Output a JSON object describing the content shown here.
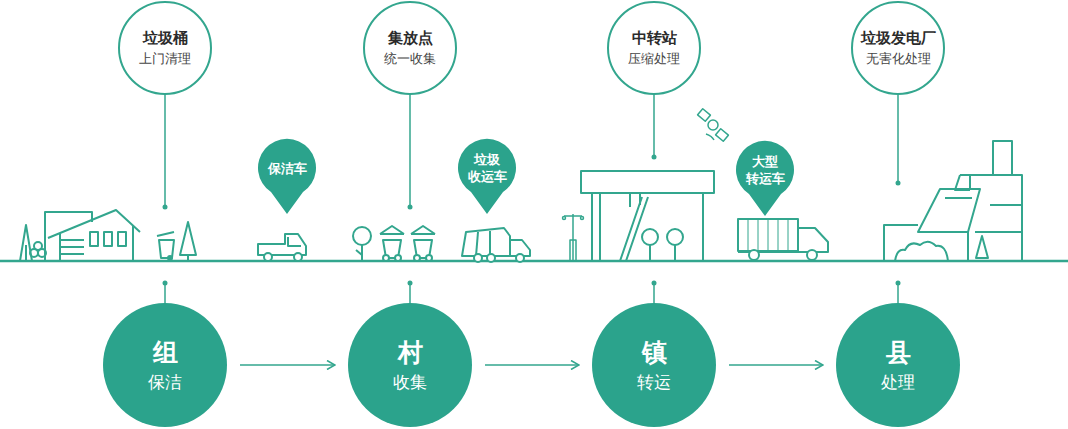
{
  "diagram": {
    "nodes": [
      {
        "text": [
          "垃圾桶",
          "上门清理"
        ]
      },
      {
        "text": [
          "集放点",
          "统一收集"
        ]
      },
      {
        "text": [
          "中转站",
          "压缩处理"
        ]
      },
      {
        "text": [
          "垃圾发电厂",
          "无害化处理"
        ]
      },
      {
        "text": [
          "保洁车"
        ]
      },
      {
        "text": [
          "垃圾 收运车"
        ]
      },
      {
        "text": [
          "大型 转运车"
        ]
      },
      {
        "text": [
          "组",
          "保洁"
        ]
      },
      {
        "text": [
          "村",
          "收集"
        ]
      },
      {
        "text": [
          "镇",
          "转运"
        ]
      },
      {
        "text": [
          "县",
          "处理"
        ]
      }
    ],
    "edges": [
      {
        "from": 7,
        "to": 8,
        "arrow": "to"
      },
      {
        "from": 8,
        "to": 9,
        "arrow": "to"
      },
      {
        "from": 9,
        "to": 10,
        "arrow": "to"
      }
    ]
  }
}
